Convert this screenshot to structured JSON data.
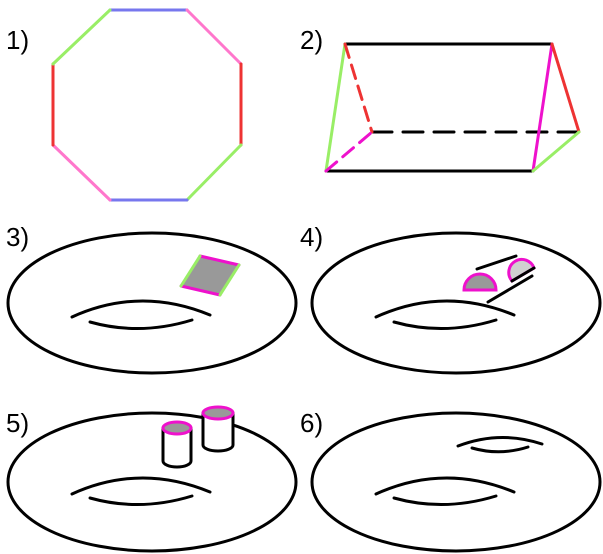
{
  "panels": [
    {
      "label": "1)"
    },
    {
      "label": "2)"
    },
    {
      "label": "3)"
    },
    {
      "label": "4)"
    },
    {
      "label": "5)"
    },
    {
      "label": "6)"
    }
  ],
  "colors": {
    "stroke": "#000000",
    "red": "#ee3333",
    "green": "#99ee66",
    "pink": "#ff77cc",
    "blue": "#7777ee",
    "magenta": "#ee11cc",
    "fill_gray": "#999999",
    "fill_light": "#d0d0d0",
    "background": "#ffffff"
  }
}
